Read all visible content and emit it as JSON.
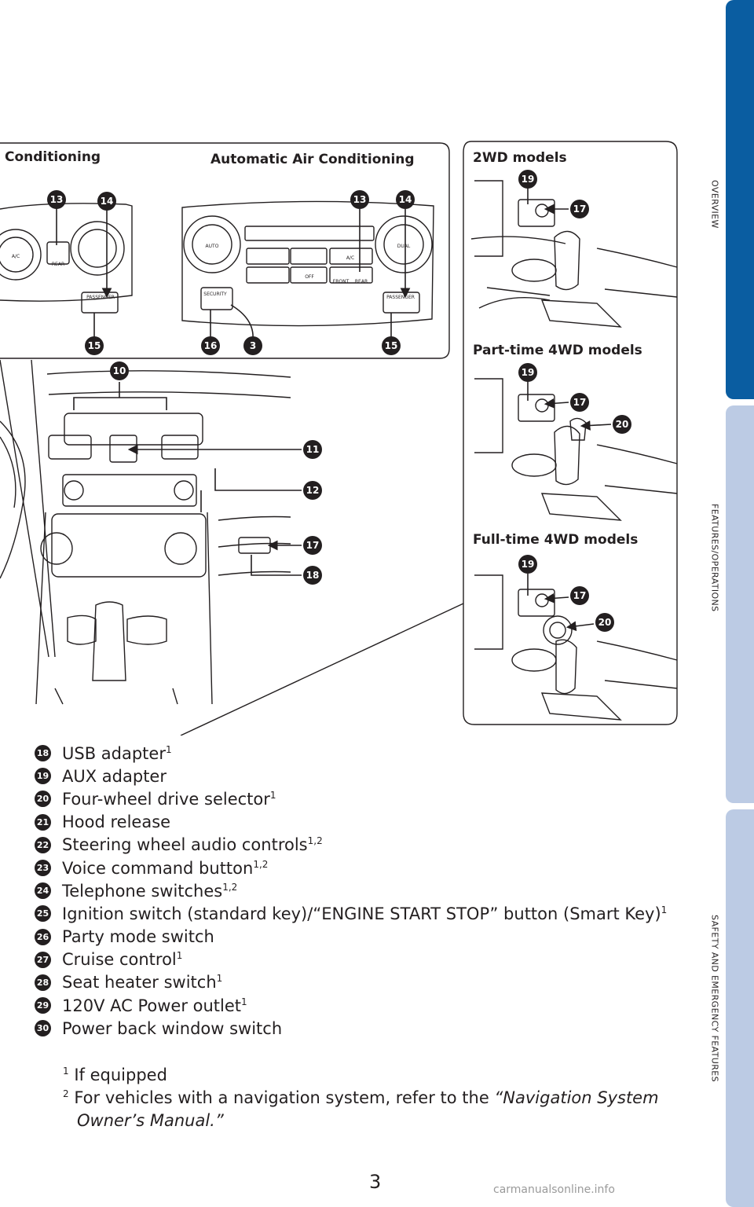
{
  "tabs": [
    {
      "label": "OVERVIEW",
      "state": "active",
      "color": "#0a5da1"
    },
    {
      "label": "FEATURES/OPERATIONS",
      "state": "inactive",
      "color": "#bccbe4"
    },
    {
      "label": "SAFETY AND EMERGENCY FEATURES",
      "state": "inactive",
      "color": "#bccbe4"
    }
  ],
  "illustration": {
    "headings": {
      "manual_ac": "Conditioning",
      "auto_ac": "Automatic Air Conditioning",
      "twowd": "2WD models",
      "parttime": "Part-time 4WD models",
      "fulltime": "Full-time 4WD models"
    },
    "callouts": {
      "c13a": "13",
      "c14a": "14",
      "c15a": "15",
      "c13b": "13",
      "c14b": "14",
      "c15b": "15",
      "c16": "16",
      "c3": "3",
      "c10": "10",
      "c11": "11",
      "c12": "12",
      "c17": "17",
      "c18": "18",
      "c19a": "19",
      "c17a": "17",
      "c19b": "19",
      "c17b": "17",
      "c20b": "20",
      "c19c": "19",
      "c17c": "17",
      "c20c": "20"
    },
    "panel_text": {
      "ac": "A/C",
      "rear": "REAR",
      "auto": "AUTO",
      "off": "OFF",
      "dual": "DUAL",
      "front": "FRONT",
      "security": "SECURITY",
      "passenger": "PASSENGER"
    }
  },
  "legend": [
    {
      "num": "18",
      "text": "USB adapter",
      "sup": "1"
    },
    {
      "num": "19",
      "text": "AUX adapter",
      "sup": ""
    },
    {
      "num": "20",
      "text": "Four-wheel drive selector",
      "sup": "1"
    },
    {
      "num": "21",
      "text": "Hood release",
      "sup": ""
    },
    {
      "num": "22",
      "text": "Steering wheel audio controls",
      "sup": "1,2"
    },
    {
      "num": "23",
      "text": "Voice command button",
      "sup": "1,2"
    },
    {
      "num": "24",
      "text": "Telephone switches",
      "sup": "1,2"
    },
    {
      "num": "25",
      "text": "Ignition switch (standard key)/“ENGINE START STOP” button (Smart Key)",
      "sup": "1"
    },
    {
      "num": "26",
      "text": "Party mode switch",
      "sup": ""
    },
    {
      "num": "27",
      "text": "Cruise control",
      "sup": "1"
    },
    {
      "num": "28",
      "text": "Seat heater switch",
      "sup": "1"
    },
    {
      "num": "29",
      "text": "120V AC Power outlet",
      "sup": "1"
    },
    {
      "num": "30",
      "text": "Power back window switch",
      "sup": ""
    }
  ],
  "notes": {
    "n1_mark": "1",
    "n1_text": "If equipped",
    "n2_mark": "2",
    "n2_text": "For vehicles with a navigation system, refer to the ",
    "n2_italic_a": "“Navigation System",
    "n2_italic_b": "Owner’s Manual.”"
  },
  "page_number": "3",
  "watermark": "carmanualsonline.info"
}
